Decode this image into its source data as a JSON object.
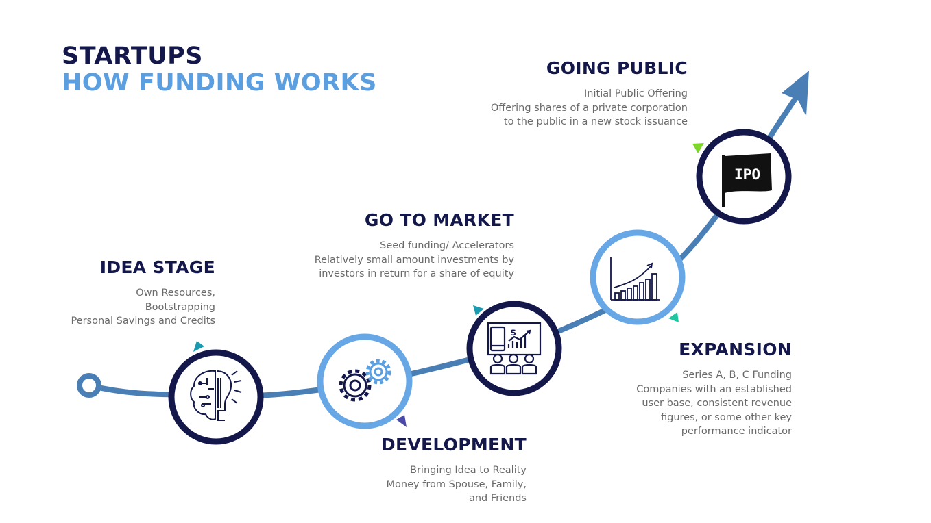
{
  "title": {
    "line1": "STARTUPS",
    "line2": "HOW FUNDING WORKS"
  },
  "colors": {
    "navy": "#13174a",
    "light_blue": "#5b9fe0",
    "steel_blue": "#4a7fb5",
    "triangle_teal": "#1a9bb0",
    "triangle_green": "#7fd62a",
    "triangle_aqua": "#1fc6a0",
    "triangle_indigo": "#4b4aa8"
  },
  "stages": [
    {
      "id": "idea",
      "heading": "IDEA STAGE",
      "lines": [
        "Own Resources,",
        "Bootstrapping",
        "Personal Savings and Credits"
      ],
      "icon": "brain-lightbulb-icon",
      "ring": "navy"
    },
    {
      "id": "development",
      "heading": "DEVELOPMENT",
      "lines": [
        "Bringing Idea to Reality",
        "Money from Spouse, Family,",
        "and Friends"
      ],
      "icon": "gears-icon",
      "ring": "light_blue"
    },
    {
      "id": "go-to-market",
      "heading": "GO TO MARKET",
      "lines": [
        "Seed funding/ Accelerators",
        "Relatively small amount investments by",
        "investors in return for a share of equity"
      ],
      "icon": "presentation-investors-icon",
      "ring": "navy"
    },
    {
      "id": "expansion",
      "heading": "EXPANSION",
      "lines": [
        "Series A, B, C Funding",
        "Companies with an established",
        "user base, consistent revenue",
        "figures, or some other key",
        "performance indicator"
      ],
      "icon": "growth-chart-icon",
      "ring": "light_blue"
    },
    {
      "id": "going-public",
      "heading": "GOING PUBLIC",
      "lines": [
        "Initial Public Offering",
        "Offering shares of a private corporation",
        "to the public in a new stock issuance"
      ],
      "icon": "ipo-flag-icon",
      "ring": "navy",
      "icon_label": "IPO"
    }
  ]
}
